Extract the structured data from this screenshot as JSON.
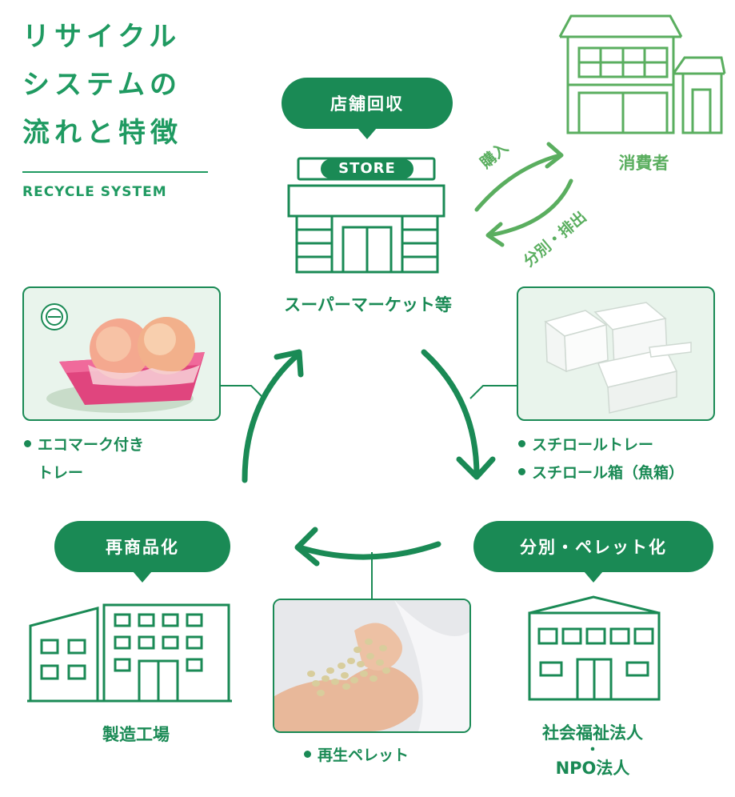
{
  "title": {
    "lines": [
      "リサイクル",
      "システムの",
      "流れと特徴"
    ],
    "subtitle": "RECYCLE SYSTEM"
  },
  "store": {
    "pill": "店舗回収",
    "sign": "STORE",
    "label": "スーパーマーケット等"
  },
  "consumer": {
    "label": "消費者",
    "arrow_purchase": "購入",
    "arrow_dispose": "分別・排出"
  },
  "sorting": {
    "pill": "分別・ペレット化",
    "label_lines": [
      "社会福祉法人",
      "・",
      "NPO法人"
    ]
  },
  "factory": {
    "pill": "再商品化",
    "label": "製造工場"
  },
  "products": {
    "eco_tray": [
      "エコマーク付き",
      "トレー"
    ],
    "styro_lines": [
      "スチロールトレー",
      "スチロール箱（魚箱）"
    ],
    "pellet": "再生ペレット"
  },
  "colors": {
    "primary": "#1a8a55",
    "consumer": "#5aae5f",
    "card_bg": "#e9f4ec"
  }
}
